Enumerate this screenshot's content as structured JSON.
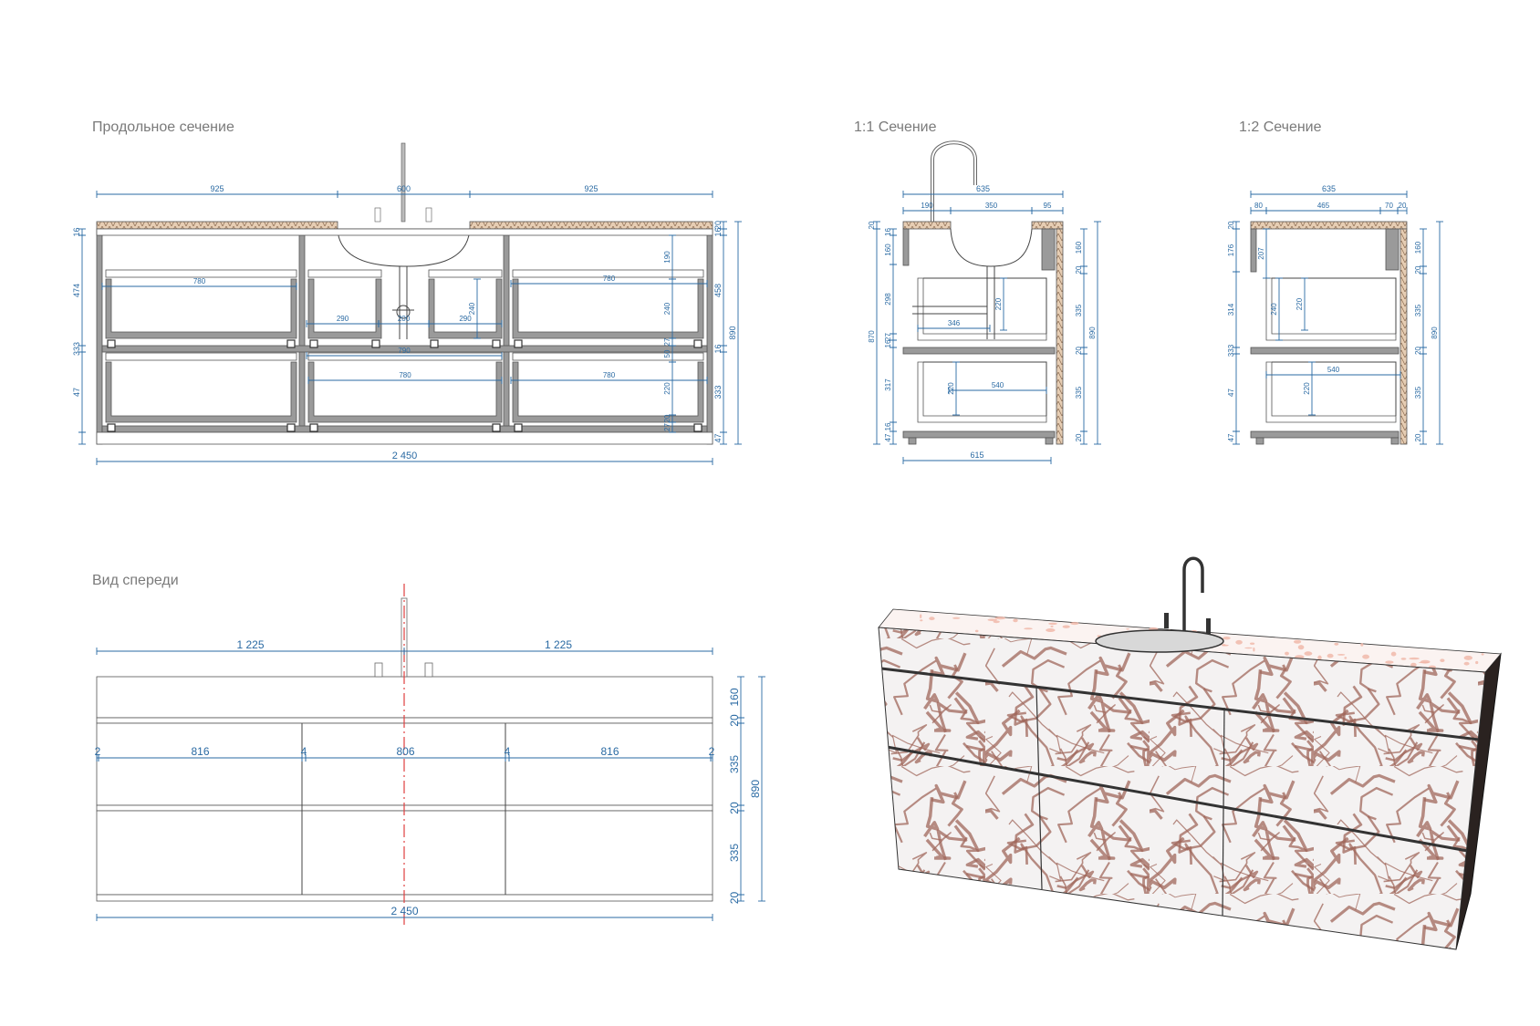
{
  "titles": {
    "longitudinal": "Продольное сечение",
    "section_1_1": "1:1 Сечение",
    "section_1_2": "1:2 Сечение",
    "front": "Вид спереди"
  },
  "long_section": {
    "top": [
      "925",
      "600",
      "925"
    ],
    "total": "2 450",
    "right": [
      "20",
      "16",
      "458",
      "16",
      "333",
      "47"
    ],
    "overall": "890",
    "left": [
      "16",
      "474",
      "333",
      "47"
    ],
    "inner_v": [
      "190",
      "240",
      "27",
      "50",
      "220",
      "20",
      "27"
    ],
    "mid_v": "240",
    "drawer_widths": [
      "780",
      "780",
      "780",
      "780"
    ],
    "sink_row": [
      "290",
      "200",
      "290"
    ],
    "shelf": "790"
  },
  "section_1_1": {
    "width": "635",
    "top": [
      "190",
      "350",
      "95"
    ],
    "bottom": "615",
    "left_outer": [
      "20",
      "870"
    ],
    "left": [
      "16",
      "160",
      "298",
      "27",
      "16",
      "317",
      "16",
      "47"
    ],
    "right": [
      "160",
      "20",
      "335",
      "20",
      "335",
      "20"
    ],
    "overall": "890",
    "inner": [
      "346",
      "540",
      "220",
      "220"
    ]
  },
  "section_1_2": {
    "width": "635",
    "top": [
      "80",
      "465",
      "70",
      "20"
    ],
    "left": [
      "20",
      "176",
      "314",
      "333",
      "47"
    ],
    "right": [
      "160",
      "20",
      "335",
      "20",
      "335",
      "20"
    ],
    "overall": "890",
    "inner": [
      "540",
      "220",
      "220",
      "207",
      "240"
    ]
  },
  "front_view": {
    "top": [
      "1 225",
      "1 225"
    ],
    "row": [
      "2",
      "816",
      "4",
      "806",
      "4",
      "816",
      "2"
    ],
    "total": "2 450",
    "right": [
      "160",
      "20",
      "335",
      "20",
      "335",
      "20"
    ],
    "overall": "890"
  },
  "colors": {
    "dimension": "#2a6aa3",
    "centerline": "#e04040",
    "marble_vein": "#a0675a",
    "countertop_hatch": "#d8b696"
  }
}
